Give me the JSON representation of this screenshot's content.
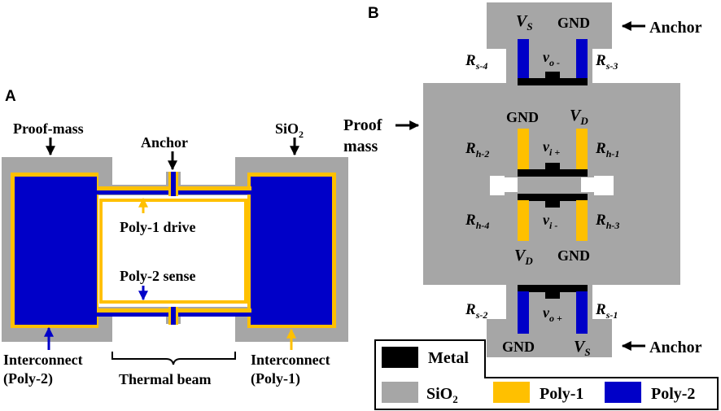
{
  "panel_a": {
    "letter": "A",
    "labels": {
      "proof_mass": "Proof-mass",
      "anchor": "Anchor",
      "sio2": "SiO",
      "sio2_sub": "2",
      "poly1_drive": "Poly-1 drive",
      "poly2_sense": "Poly-2 sense",
      "interconnect_left_1": "Interconnect",
      "interconnect_left_2": "(Poly-2)",
      "thermal_beam": "Thermal beam",
      "interconnect_right_1": "Interconnect",
      "interconnect_right_2": "(Poly-1)"
    }
  },
  "panel_b": {
    "letter": "B",
    "labels": {
      "anchor_top": "Anchor",
      "anchor_bottom": "Anchor",
      "proof_mass_1": "Proof",
      "proof_mass_2": "mass",
      "vs": "V",
      "vs_sub": "S",
      "vd": "V",
      "vd_sub": "D",
      "gnd": "GND",
      "v": "v",
      "vo_minus_sub": "o -",
      "vo_plus_sub": "o +",
      "vi_plus_sub": "i +",
      "vi_minus_sub": "i -",
      "r": "R",
      "rs4_sub": "s-4",
      "rs3_sub": "s-3",
      "rh2_sub": "h-2",
      "rh1_sub": "h-1",
      "rh4_sub": "h-4",
      "rh3_sub": "h-3",
      "rs2_sub": "s-2",
      "rs1_sub": "s-1"
    }
  },
  "legend": {
    "metal": "Metal",
    "sio2": "SiO",
    "sio2_sub": "2",
    "poly1": "Poly-1",
    "poly2": "Poly-2"
  },
  "colors": {
    "sio2": "#a6a6a6",
    "poly1": "#ffc000",
    "poly2": "#0000c8",
    "metal": "#000000",
    "background": "#ffffff"
  }
}
